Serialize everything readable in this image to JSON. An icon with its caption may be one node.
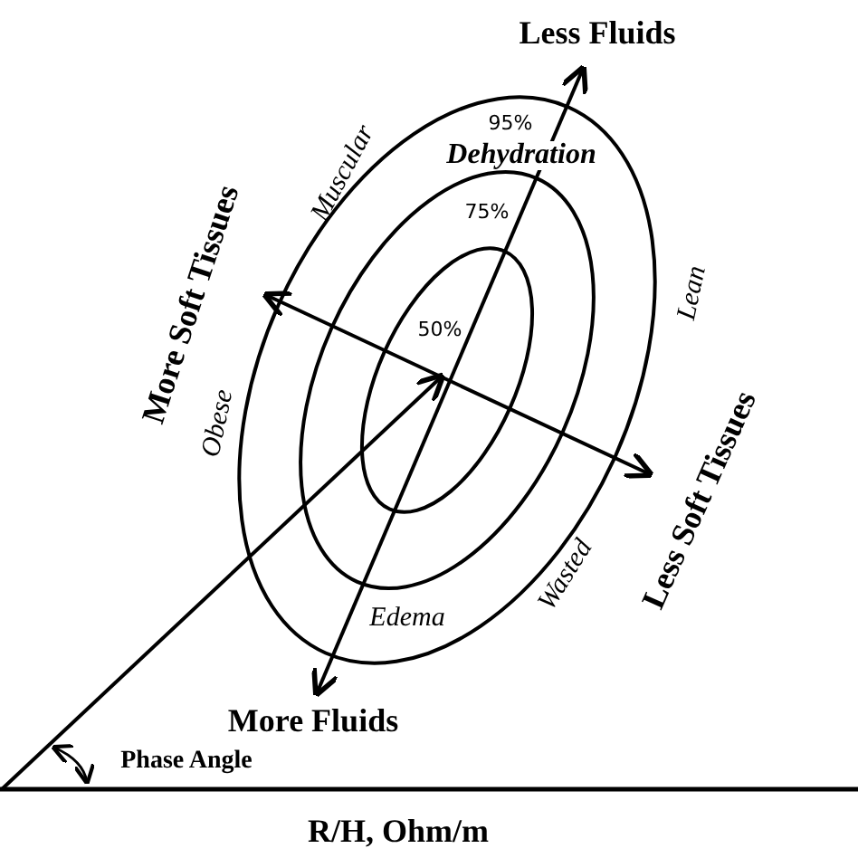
{
  "diagram": {
    "labels": [
      "Less Fluids",
      "95%",
      "Dehydration",
      "Muscular",
      "More Soft Tissues",
      "75%",
      "Lean",
      "50%",
      "Obese",
      "Less Soft Tissues",
      "Edema",
      "Wasted",
      "More Fluids",
      "Phase Angle",
      "R/H, Ohm/m"
    ]
  }
}
